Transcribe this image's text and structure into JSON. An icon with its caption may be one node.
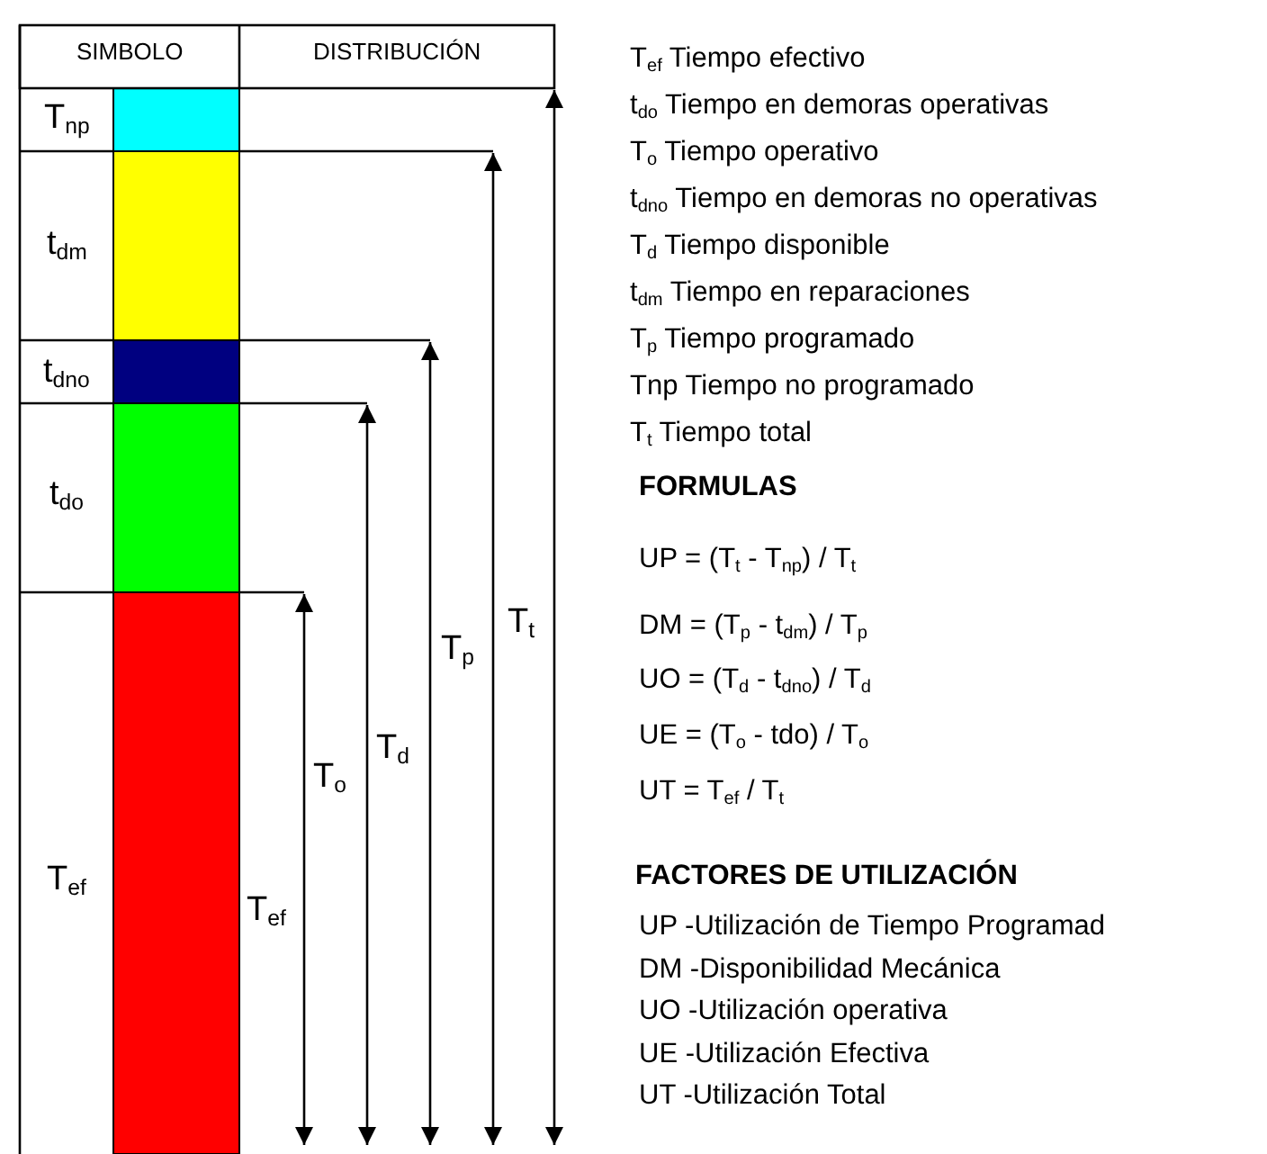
{
  "diagram": {
    "labels": [
      "SIMBOLO",
      "DISTRIBUCIÓN",
      "T$_{np}$",
      "t$_{dm}$",
      "t$_{dno}$",
      "t$_{do}$",
      "T$_{ef}$",
      "T$_{ef}$",
      "T$_{o}$",
      "T$_{d}$",
      "T$_{p}$",
      "T$_{t}$",
      "T$_{ef}$  Tiempo efectivo",
      "t$_{do}$  Tiempo en demoras operativas",
      "T$_{o}$  Tiempo operativo",
      "t$_{dno}$ Tiempo en demoras no operativas",
      "T$_{d}$  Tiempo disponible",
      "t$_{dm}$ Tiempo en reparaciones",
      "T$_{p}$  Tiempo programado",
      "Tnp Tiempo no programado",
      "T$_{t}$  Tiempo total",
      "FORMULAS",
      "UP = (T$_{t}$ - T$_{np}$) / T$_{t}$",
      "DM = (T$_{p}$ - t$_{dm}$) / T$_{p}$",
      "UO = (T$_{d}$ - t$_{dno}$) / T$_{d}$",
      "UE = (T$_{o}$ - tdo) / T$_{o}$",
      "UT = T$_{ef}$ / T$_{t}$",
      "FACTORES DE UTILIZACIÓN",
      "UP -Utilización de Tiempo Programad",
      "DM -Disponibilidad Mecánica",
      "UO -Utilización operativa",
      "UE -Utilización Efectiva",
      "UT -Utilización Total"
    ]
  }
}
